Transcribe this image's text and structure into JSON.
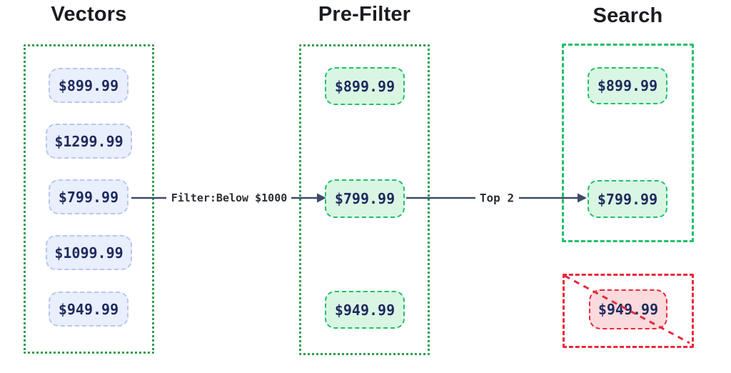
{
  "diagram": {
    "columns": [
      {
        "title": "Vectors",
        "chips": [
          "$899.99",
          "$1299.99",
          "$799.99",
          "$1099.99",
          "$949.99"
        ]
      },
      {
        "title": "Pre-Filter",
        "chips": [
          "$899.99",
          "$799.99",
          "$949.99"
        ]
      },
      {
        "title": "Search",
        "chips": [
          "$899.99",
          "$799.99"
        ],
        "rejected_chip": "$949.99"
      }
    ],
    "arrows": [
      {
        "label": "Filter:Below $1000"
      },
      {
        "label": "Top 2"
      }
    ],
    "colors": {
      "outline_green": "#2f9e4f",
      "bright_green": "#1fc06a",
      "green_chip_bg": "#d9f6e3",
      "blue_chip_border": "#b9c6f0",
      "blue_chip_bg": "#e9effc",
      "chip_text": "#1e2a5e",
      "arrow": "#3e4a68",
      "reject_red": "#e8293b",
      "reject_chip_bg": "#fbdadd"
    }
  }
}
